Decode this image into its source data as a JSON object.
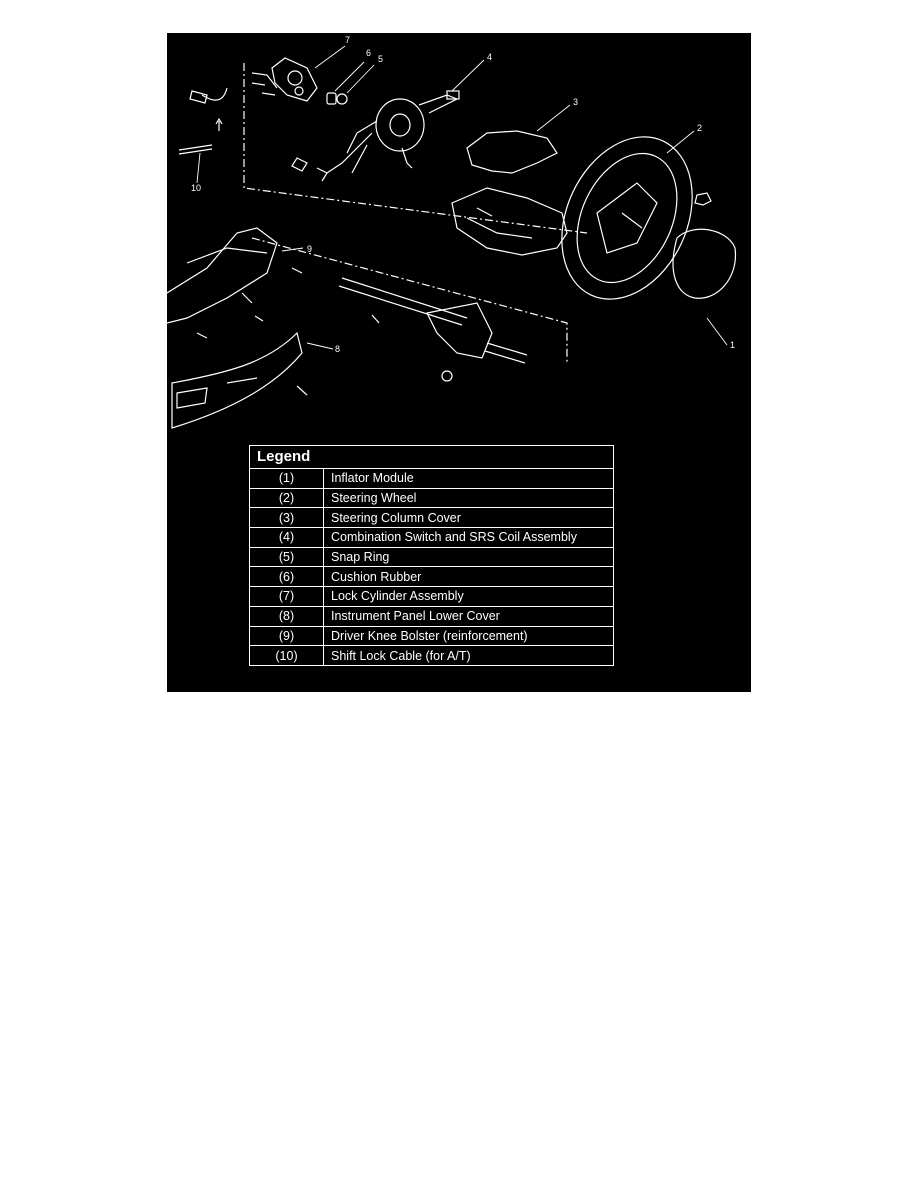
{
  "callouts": {
    "c1": "1",
    "c2": "2",
    "c3": "3",
    "c4": "4",
    "c5": "5",
    "c6": "6",
    "c7": "7",
    "c8": "8",
    "c9": "9",
    "c10": "10"
  },
  "legend": {
    "title": "Legend",
    "items": [
      {
        "num": "(1)",
        "label": "Inflator Module"
      },
      {
        "num": "(2)",
        "label": "Steering Wheel"
      },
      {
        "num": "(3)",
        "label": "Steering Column Cover"
      },
      {
        "num": "(4)",
        "label": "Combination Switch and SRS Coil Assembly"
      },
      {
        "num": "(5)",
        "label": "Snap Ring"
      },
      {
        "num": "(6)",
        "label": "Cushion Rubber"
      },
      {
        "num": "(7)",
        "label": "Lock Cylinder Assembly"
      },
      {
        "num": "(8)",
        "label": "Instrument Panel Lower Cover"
      },
      {
        "num": "(9)",
        "label": "Driver Knee Bolster (reinforcement)"
      },
      {
        "num": "(10)",
        "label": "Shift Lock Cable (for A/T)"
      }
    ]
  }
}
